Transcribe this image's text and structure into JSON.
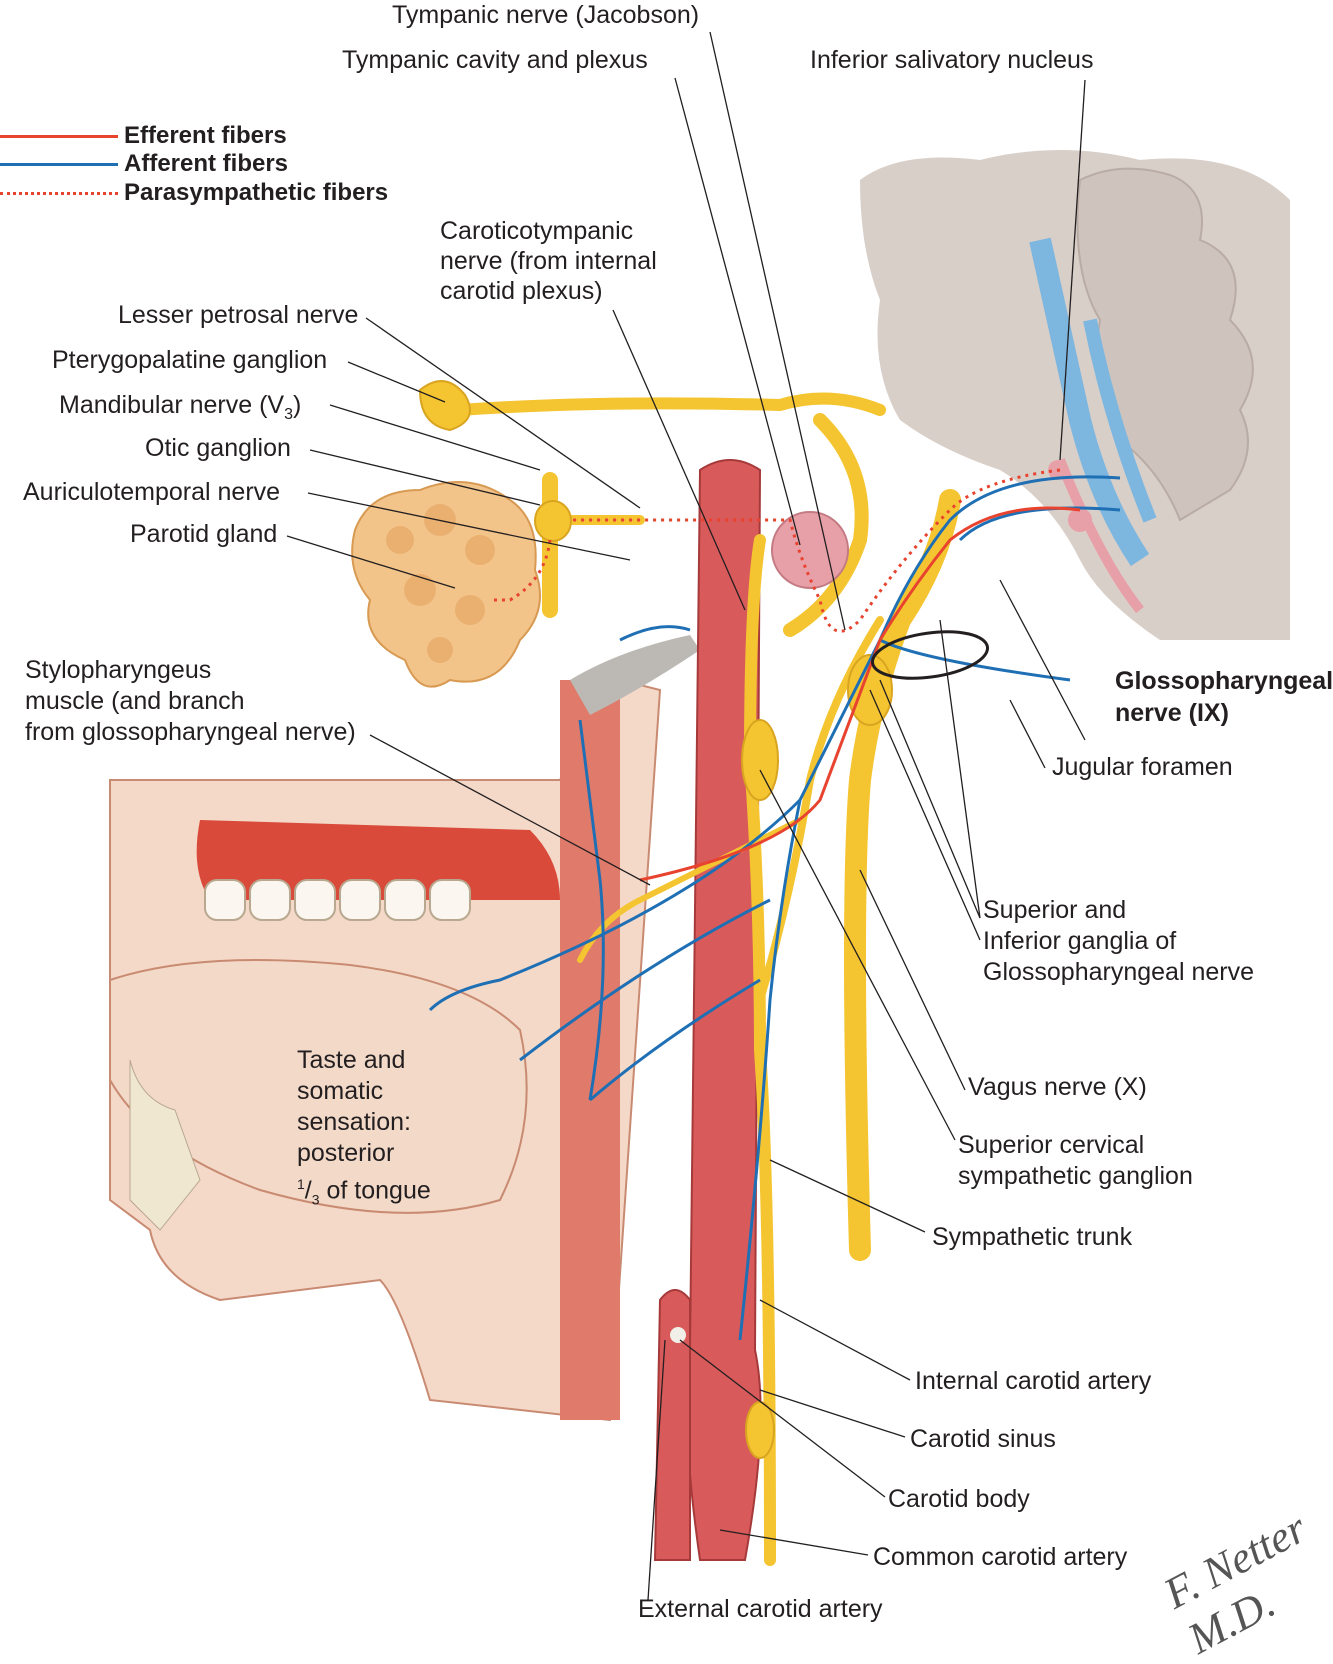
{
  "colors": {
    "efferent": "#e8432f",
    "afferent": "#1f6fb4",
    "parasympathetic": "#e8432f",
    "nerve": "#f4c531",
    "artery": "#d95a5a",
    "brain": "#d9cfc9"
  },
  "legend": {
    "efferent": "Efferent fibers",
    "afferent": "Afferent fibers",
    "parasympathetic": "Parasympathetic fibers"
  },
  "labels": {
    "tympanic_nerve": "Tympanic nerve (Jacobson)",
    "tympanic_cavity": "Tympanic cavity and plexus",
    "inferior_salivatory": "Inferior salivatory nucleus",
    "caroticotympanic_1": "Caroticotympanic",
    "caroticotympanic_2": "nerve (from internal",
    "caroticotympanic_3": "carotid plexus)",
    "lesser_petrosal": "Lesser petrosal nerve",
    "pterygopalatine": "Pterygopalatine ganglion",
    "mandibular": "Mandibular nerve (V",
    "mandibular_sub": "3",
    "mandibular_end": ")",
    "otic": "Otic ganglion",
    "auriculotemporal": "Auriculotemporal nerve",
    "parotid": "Parotid gland",
    "stylo_1": "Stylopharyngeus",
    "stylo_2": "muscle (and branch",
    "stylo_3": "from glossopharyngeal nerve)",
    "glosso_1": "Glossopharyngeal",
    "glosso_2": "nerve (IX)",
    "jugular": "Jugular foramen",
    "ganglia_1": "Superior and",
    "ganglia_2": "Inferior ganglia of",
    "ganglia_3": "Glossopharyngeal nerve",
    "vagus": "Vagus nerve (X)",
    "scg_1": "Superior cervical",
    "scg_2": "sympathetic ganglion",
    "symp_trunk": "Sympathetic trunk",
    "taste_1": "Taste and",
    "taste_2": "somatic",
    "taste_3": "sensation:",
    "taste_4": "posterior",
    "taste_5_sup": "1",
    "taste_5_sub": "3",
    "taste_5_rest": " of tongue",
    "internal_carotid": "Internal carotid artery",
    "carotid_sinus": "Carotid sinus",
    "carotid_body": "Carotid body",
    "common_carotid": "Common carotid artery",
    "external_carotid": "External carotid artery"
  },
  "signature": "F. Netter M.D."
}
